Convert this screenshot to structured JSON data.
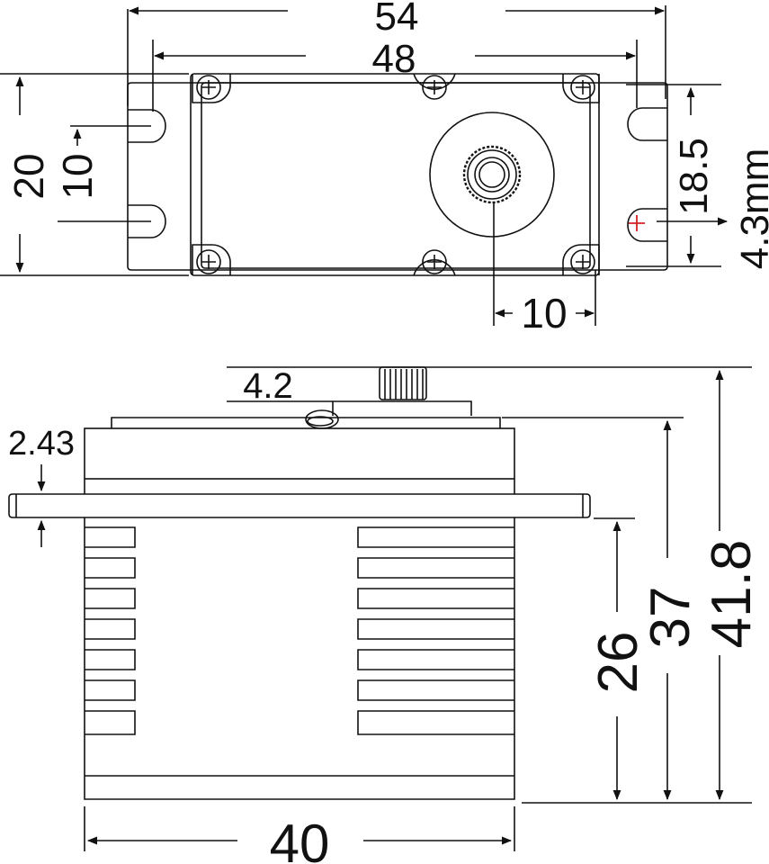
{
  "top_view": {
    "overall_width": "54",
    "mounting_hole_spacing": "48",
    "overall_height": "20",
    "hole_pitch": "10",
    "hole_center_spacing": "18.5",
    "hole_diameter": "4.3mm",
    "shaft_offset": "10"
  },
  "side_view": {
    "horn_height": "4.2",
    "flange_thickness": "2.43",
    "flange_to_bottom": "26",
    "case_height": "37",
    "total_height": "41.8",
    "case_width": "40"
  },
  "colors": {
    "line": "#111111",
    "marker": "#d42020"
  }
}
